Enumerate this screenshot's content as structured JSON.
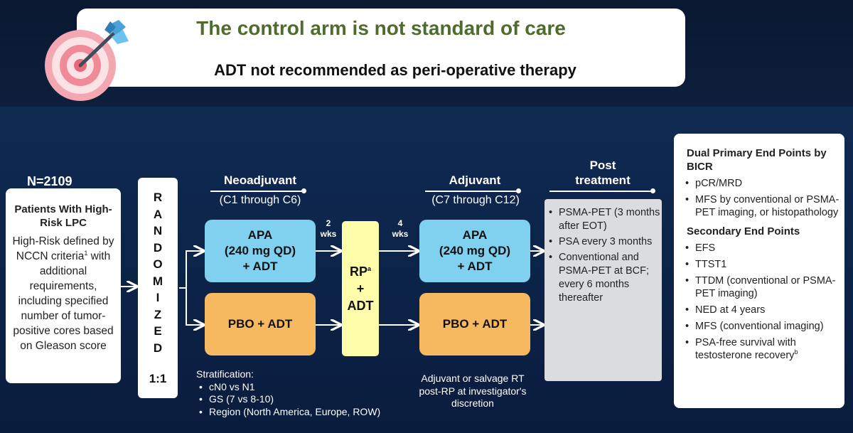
{
  "banner": {
    "title": "The control arm is not standard of care",
    "subtitle": "ADT not recommended as peri-operative therapy"
  },
  "icons": {
    "target": "target-dart-icon"
  },
  "colors": {
    "title_green": "#4f6b2e",
    "apa_box": "#7fd1ef",
    "pbo_box": "#f6b95f",
    "rp_box": "#fffcaa",
    "post_box": "#dadcdf",
    "background": "#102a52"
  },
  "enrollment": {
    "n": "N=2109",
    "title": "Patients With High-Risk LPC",
    "body_before": "High-Risk defined by NCCN criteria",
    "body_sup": "1",
    "body_after": " with additional requirements, including specified number of tumor-positive cores based on Gleason score"
  },
  "randomization": {
    "letters": [
      "R",
      "A",
      "N",
      "D",
      "O",
      "M",
      "I",
      "Z",
      "E",
      "D"
    ],
    "ratio": "1:1"
  },
  "neoadjuvant": {
    "header": "Neoadjuvant",
    "cycles": "(C1 through C6)",
    "apa_box": [
      "APA",
      "(240 mg QD)",
      "+ ADT"
    ],
    "pbo_box": "PBO + ADT"
  },
  "gap_before_rp": [
    "2",
    "wks"
  ],
  "surgery": {
    "label_main": "RP",
    "label_sup": "a",
    "line2": "+",
    "line3": "ADT"
  },
  "gap_after_rp": [
    "4",
    "wks"
  ],
  "adjuvant": {
    "header": "Adjuvant",
    "cycles": "(C7 through C12)",
    "apa_box": [
      "APA",
      "(240 mg QD)",
      "+ ADT"
    ],
    "pbo_box": "PBO + ADT",
    "rt_note": "Adjuvant or salvage RT post-RP at investigator's discretion"
  },
  "post_treatment": {
    "header": [
      "Post",
      "treatment"
    ],
    "items": [
      "PSMA-PET (3 months after EOT)",
      "PSA every 3 months",
      "Conventional and PSMA-PET at BCF; every 6 months thereafter"
    ]
  },
  "endpoints": {
    "primary_header": "Dual Primary End Points by BICR",
    "primary": [
      "pCR/MRD",
      "MFS by conventional or PSMA-PET imaging, or histopathology"
    ],
    "secondary_header": "Secondary End Points",
    "secondary": [
      "EFS",
      "TTST1",
      "TTDM (conventional or PSMA-PET imaging)",
      "NED at 4 years",
      "MFS (conventional imaging)"
    ],
    "last_item": "PSA-free survival with testosterone recovery",
    "last_item_sup": "b"
  },
  "stratification": {
    "header": "Stratification:",
    "items": [
      "cN0 vs N1",
      "GS (7 vs 8-10)",
      "Region (North America, Europe, ROW)"
    ]
  }
}
